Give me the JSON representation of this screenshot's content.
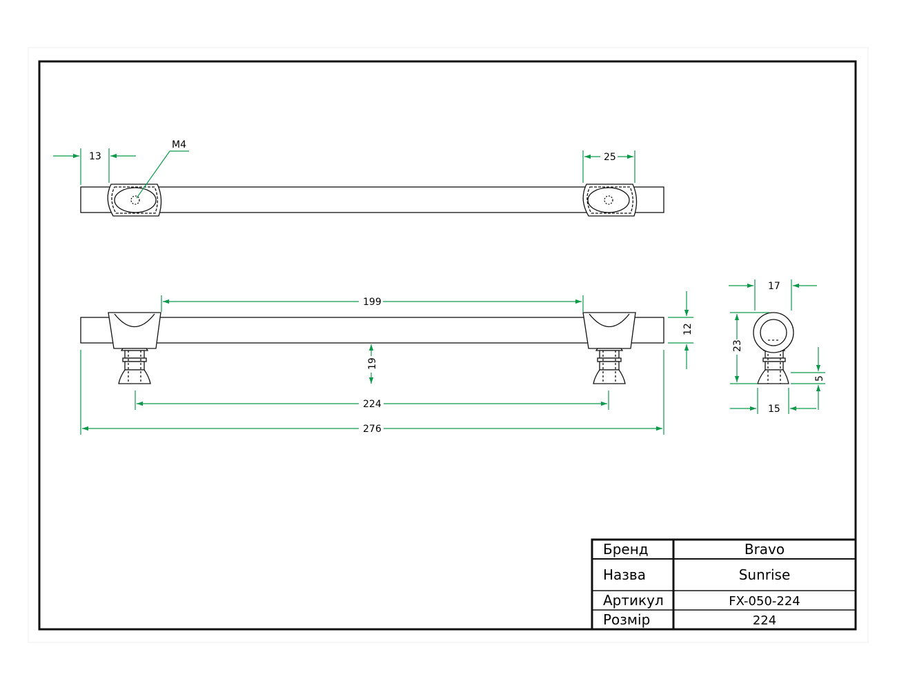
{
  "colors": {
    "outline": "#111111",
    "dimension": "#0a9a4a",
    "hidden": "#555555"
  },
  "drawing": {
    "top_view": {
      "dim_left_offset": "13",
      "thread_label": "M4",
      "dim_foot_width": "25"
    },
    "front_view": {
      "dim_inner": "199",
      "dim_height": "12",
      "dim_clearance": "19",
      "dim_center": "224",
      "dim_overall": "276"
    },
    "side_view": {
      "dim_width": "17",
      "dim_total_height": "23",
      "dim_base_height": "5",
      "dim_base_width": "15"
    }
  },
  "title_block": {
    "rows": [
      {
        "label": "Бренд",
        "value": "Bravo"
      },
      {
        "label": "Назва",
        "value": "Sunrise"
      },
      {
        "label": "Артикул",
        "value": "FX-050-224"
      },
      {
        "label": "Розмір",
        "value": "224"
      }
    ]
  }
}
